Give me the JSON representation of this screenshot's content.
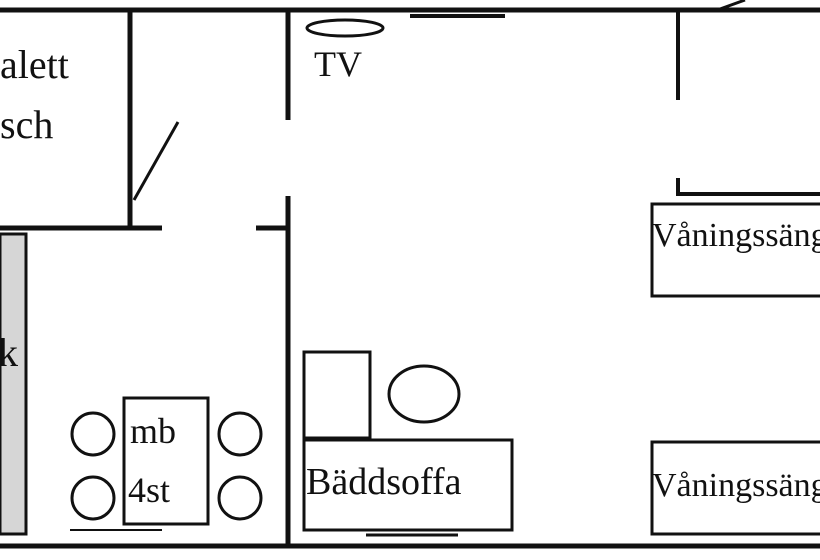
{
  "plan": {
    "rooms": {
      "bathroom": {
        "line1": "alett",
        "line2": "sch"
      },
      "kitchen": {
        "label": "k"
      },
      "dining": {
        "line1": "mb",
        "line2": "4st"
      }
    },
    "furniture": {
      "tv": "TV",
      "sofa": "Bäddsoffa",
      "bunk_top": "Våningssäng",
      "bunk_bottom": "Våningssäng"
    },
    "colors": {
      "wall": "#111111",
      "counter_fill": "#d6d6d6",
      "background": "#ffffff"
    }
  }
}
